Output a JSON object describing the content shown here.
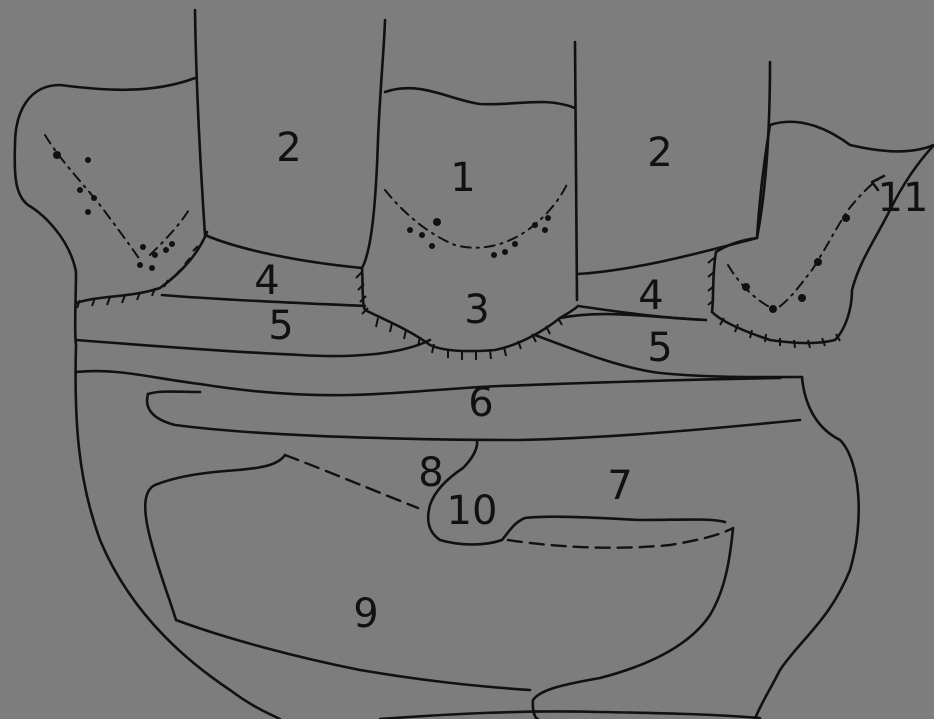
{
  "labels": {
    "l1": "1",
    "l2a": "2",
    "l2b": "2",
    "l3": "3",
    "l4a": "4",
    "l4b": "4",
    "l5a": "5",
    "l5b": "5",
    "l6": "6",
    "l7": "7",
    "l8": "8",
    "l9": "9",
    "l10": "10",
    "l11": "11"
  },
  "colors": {
    "background": "#7d7d7d",
    "line": "#111111"
  }
}
